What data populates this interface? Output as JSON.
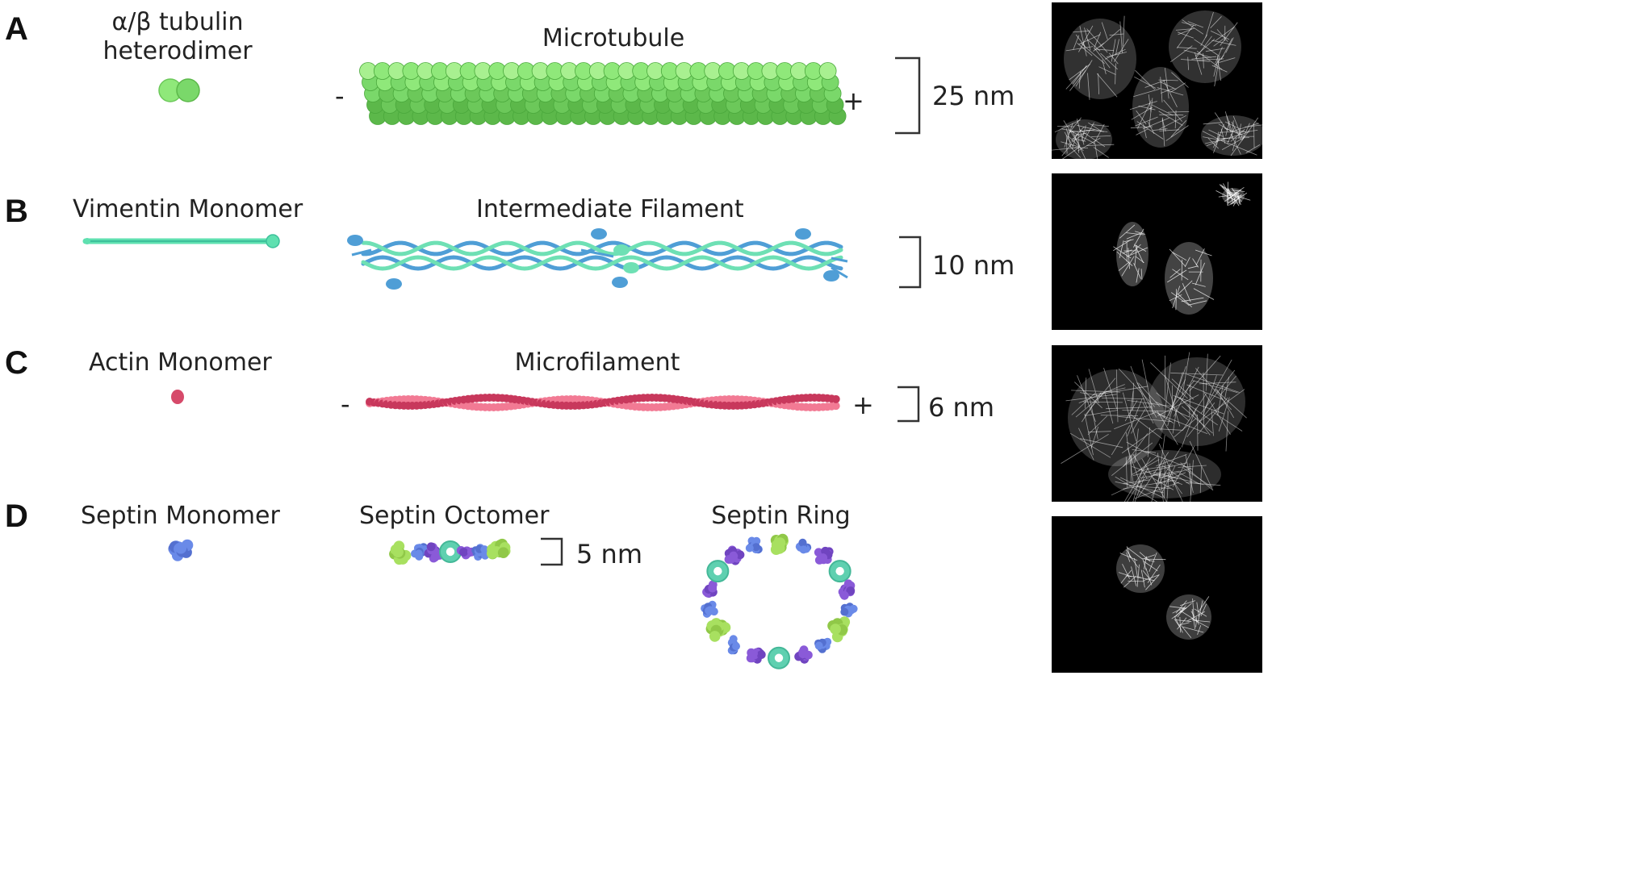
{
  "panels": [
    {
      "letter": "A",
      "monomer_label_line1": "α/β tubulin",
      "monomer_label_line2": "heterodimer",
      "polymer_label": "Microtubule",
      "minus_sign": "-",
      "plus_sign": "+",
      "scale_label": "25 nm",
      "color": "#7fe07a"
    },
    {
      "letter": "B",
      "monomer_label": "Vimentin Monomer",
      "polymer_label": "Intermediate Filament",
      "scale_label": "10 nm",
      "color": "#4fa0d8",
      "accent_color": "#5fe0b0"
    },
    {
      "letter": "C",
      "monomer_label": "Actin Monomer",
      "polymer_label": "Microfilament",
      "minus_sign": "-",
      "plus_sign": "+",
      "scale_label": "6 nm",
      "color": "#d64a6a",
      "accent_color": "#f07a90"
    },
    {
      "letter": "D",
      "monomer_label": "Septin Monomer",
      "polymer_label": "Septin Octomer",
      "ring_label": "Septin Ring",
      "scale_label": "5 nm",
      "colors": [
        "#a8e060",
        "#6a8ae8",
        "#8a5ad8",
        "#5fd0b0"
      ]
    }
  ]
}
